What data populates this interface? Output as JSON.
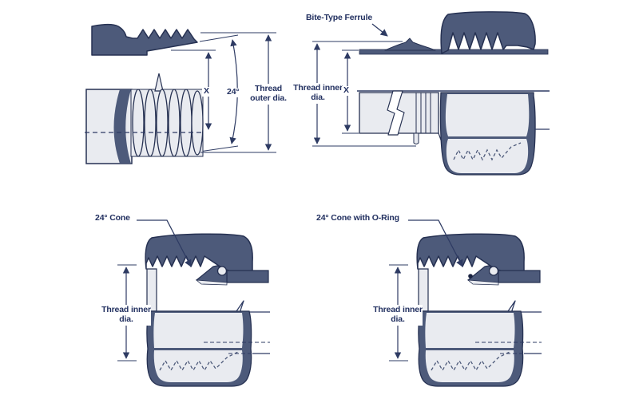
{
  "title": "Metric tube fitting thread identification diagrams",
  "colors": {
    "navy_fill": "#4d5a7a",
    "outline": "#263152",
    "line": "#2e3b63",
    "text": "#223060",
    "light_fill": "#e9ebf0",
    "background": "#ffffff"
  },
  "diagrams": {
    "male_thread": {
      "x_label": "X",
      "angle_label": "24°",
      "dim_label": "Thread outer dia."
    },
    "bite_ferrule": {
      "callout": "Bite-Type Ferrule",
      "dim_label": "Thread inner dia.",
      "x_label": "X"
    },
    "cone": {
      "callout": "24° Cone",
      "dim_label": "Thread inner dia."
    },
    "cone_oring": {
      "callout": "24° Cone with O-Ring",
      "dim_label": "Thread inner dia."
    }
  }
}
